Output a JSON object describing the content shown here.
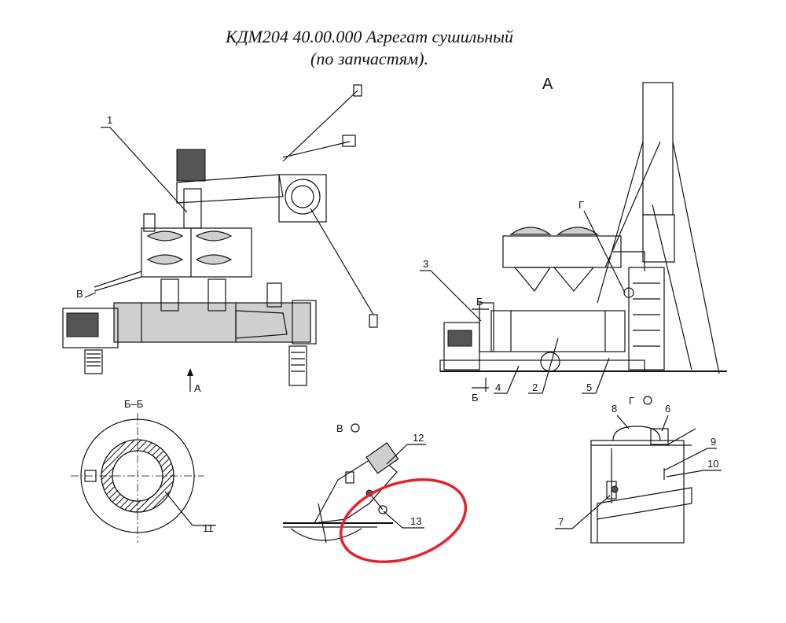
{
  "title": {
    "line1": "КДМ204 40.00.000 Агрегат сушильный",
    "line2": "(по запчастям)."
  },
  "views": {
    "view_a_label": "А",
    "section_bb_label": "Б–Б",
    "view_v_label": "В",
    "view_g_label": "Г",
    "arrow_a_label": "А",
    "marker_v_label": "В",
    "marker_b_top": "Б",
    "marker_b_bottom": "Б",
    "marker_g_label": "Г"
  },
  "callouts": {
    "c1": "1",
    "c2": "2",
    "c3": "3",
    "c4": "4",
    "c5": "5",
    "c6": "6",
    "c7": "7",
    "c8": "8",
    "c9": "9",
    "c10": "10",
    "c11": "11",
    "c12": "12",
    "c13": "13"
  },
  "colors": {
    "line": "#111111",
    "highlight": "#e8202a",
    "background": "#ffffff"
  }
}
